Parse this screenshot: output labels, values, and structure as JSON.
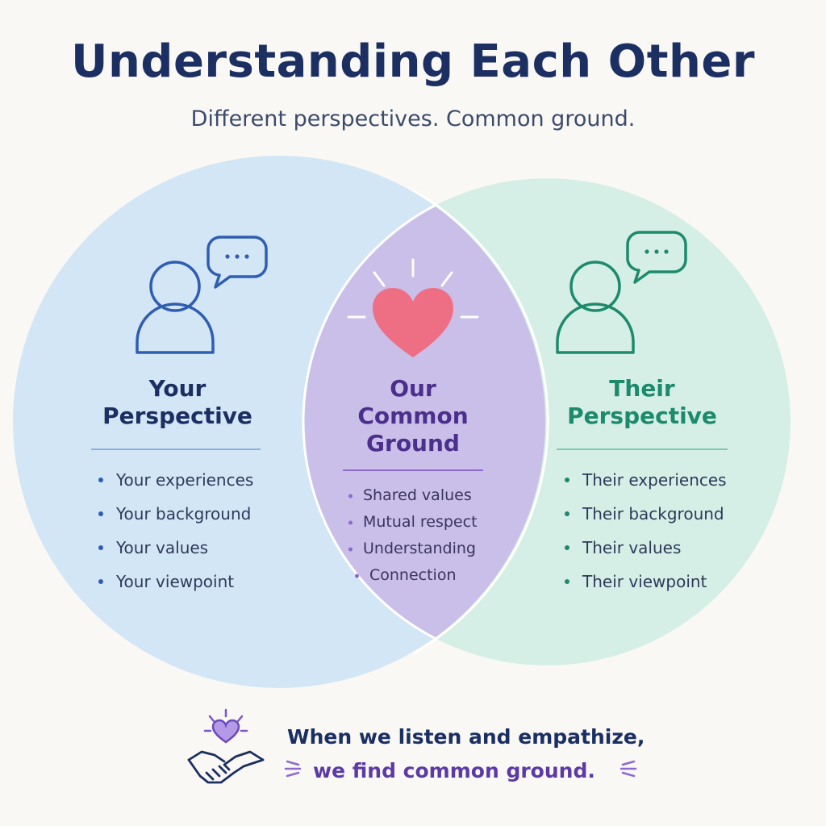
{
  "title": "Understanding Each Other",
  "subtitle": "Different perspectives. Common ground.",
  "left": {
    "heading_line1": "Your",
    "heading_line2": "Perspective",
    "items": [
      "Your experiences",
      "Your background",
      "Your values",
      "Your viewpoint"
    ],
    "icon": "person-with-speech-bubble-icon"
  },
  "center": {
    "heading_line1": "Our",
    "heading_line2": "Common",
    "heading_line3": "Ground",
    "items": [
      "Shared values",
      "Mutual respect",
      "Understanding",
      "Connection"
    ],
    "icon": "heart-icon"
  },
  "right": {
    "heading_line1": "Their",
    "heading_line2": "Perspective",
    "items": [
      "Their experiences",
      "Their background",
      "Their values",
      "Their viewpoint"
    ],
    "icon": "person-with-speech-bubble-icon"
  },
  "footer": {
    "line1": "When we listen and empathize,",
    "line2": "we find common ground.",
    "icon": "handshake-heart-icon"
  },
  "colors": {
    "title": "#1b2f63",
    "left_circle": "#d3e6f5",
    "right_circle": "#d5efe6",
    "overlap": "#c9bfe9",
    "left_accent": "#2f5db2",
    "right_accent": "#1d8a6c",
    "center_accent": "#5c3aa6",
    "heart": "#ee6f84"
  }
}
